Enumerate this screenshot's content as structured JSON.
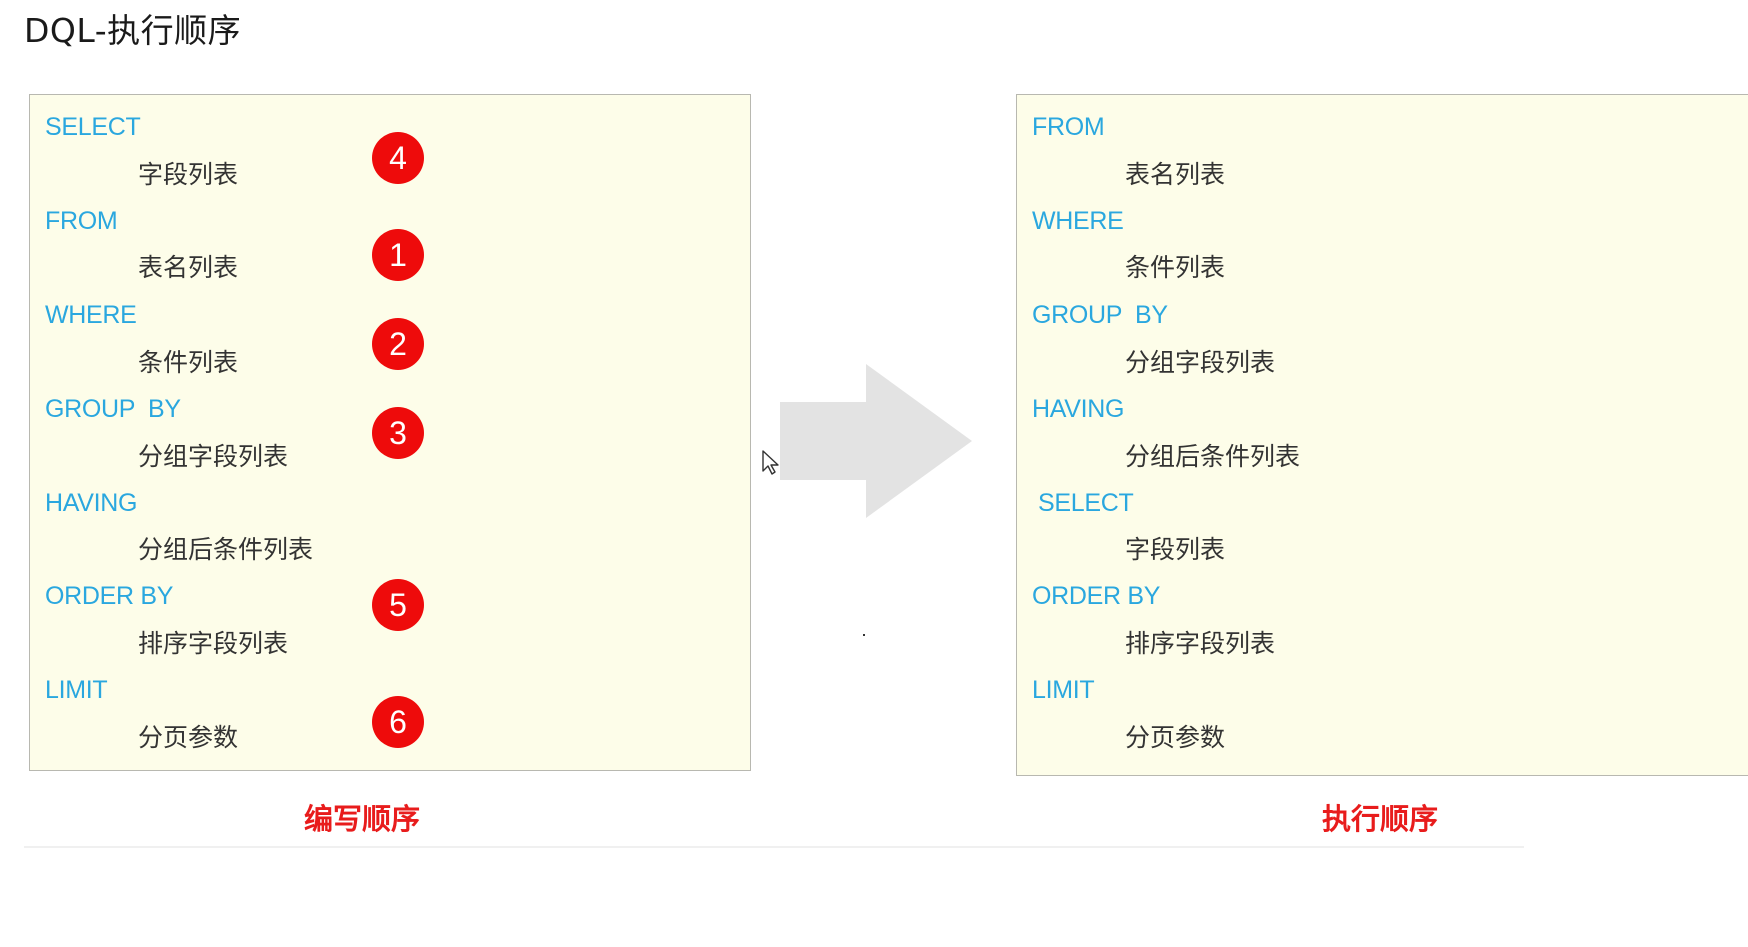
{
  "title": "DQL-执行顺序",
  "write_order": {
    "caption": "编写顺序",
    "lines": [
      {
        "keyword": "SELECT",
        "arg": "字段列表",
        "step": "4"
      },
      {
        "keyword": "FROM",
        "arg": "表名列表",
        "step": "1"
      },
      {
        "keyword": "WHERE",
        "arg": "条件列表",
        "step": "2"
      },
      {
        "keyword": "GROUP  BY",
        "arg": "分组字段列表",
        "step": "3"
      },
      {
        "keyword": "HAVING",
        "arg": "分组后条件列表",
        "step": ""
      },
      {
        "keyword": "ORDER BY",
        "arg": "排序字段列表",
        "step": "5"
      },
      {
        "keyword": "LIMIT",
        "arg": "分页参数",
        "step": "6"
      }
    ]
  },
  "exec_order": {
    "caption": "执行顺序",
    "lines": [
      {
        "keyword": "FROM",
        "arg": "表名列表"
      },
      {
        "keyword": "WHERE",
        "arg": "条件列表"
      },
      {
        "keyword": "GROUP  BY",
        "arg": "分组字段列表"
      },
      {
        "keyword": "HAVING",
        "arg": "分组后条件列表"
      },
      {
        "keyword": "SELECT",
        "arg": "字段列表"
      },
      {
        "keyword": "ORDER BY",
        "arg": "排序字段列表"
      },
      {
        "keyword": "LIMIT",
        "arg": "分页参数"
      }
    ]
  },
  "colors": {
    "keyword": "#2aa7df",
    "argument": "#333333",
    "badge": "#ee0b0b",
    "caption": "#e81c1c",
    "panel_bg": "#fdfde9",
    "arrow": "#e3e3e3"
  },
  "icons": {
    "arrow": "right-arrow-icon",
    "cursor": "mouse-pointer-icon"
  }
}
